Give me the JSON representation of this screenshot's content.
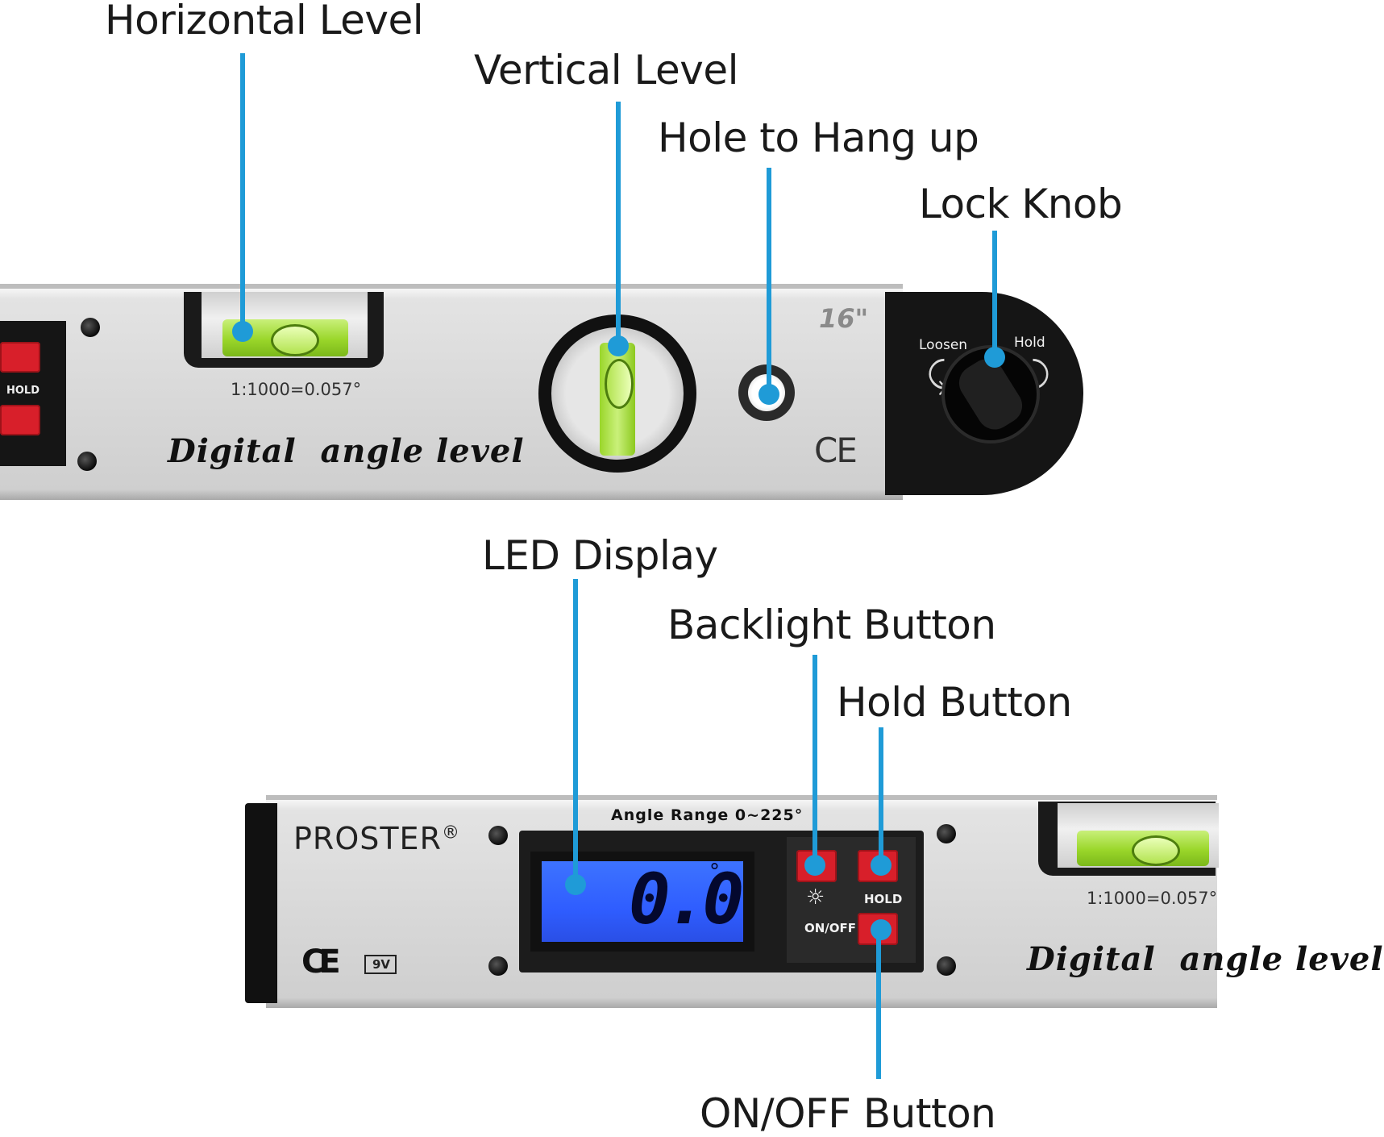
{
  "callouts": {
    "horizontal_level": "Horizontal Level",
    "vertical_level": "Vertical Level",
    "hole_to_hang_up": "Hole to Hang up",
    "lock_knob": "Lock Knob",
    "led_display": "LED Display",
    "backlight_button": "Backlight Button",
    "hold_button": "Hold Button",
    "on_off_button": "ON/OFF Button"
  },
  "top_bar": {
    "hold_label": "HOLD",
    "vial_ratio": "1:1000=0.057°",
    "product_name": "Digital  angle level",
    "size_mark": "16\"",
    "ce_mark": "CE",
    "loosen_label": "Loosen",
    "hold_knob_label": "Hold"
  },
  "bottom_bar": {
    "brand": "PROSTER",
    "registered": "®",
    "angle_range": "Angle Range 0~225°",
    "lcd_value": "0.0",
    "lcd_unit": "°",
    "hold_label": "HOLD",
    "on_off_label": "ON/OFF",
    "battery": "9V",
    "vial_ratio": "1:1000=0.057°",
    "product_name": "Digital  angle level",
    "ce_mark": "CE"
  },
  "colors": {
    "leader": "#1f9bd7",
    "button_red": "#d81f2a",
    "lcd_blue": "#2f5dff",
    "vial_green": "#9ad62a"
  },
  "icons": {
    "backlight": "sun-icon",
    "knob_arrows": "curved-arrow-icon",
    "battery": "battery-icon"
  }
}
